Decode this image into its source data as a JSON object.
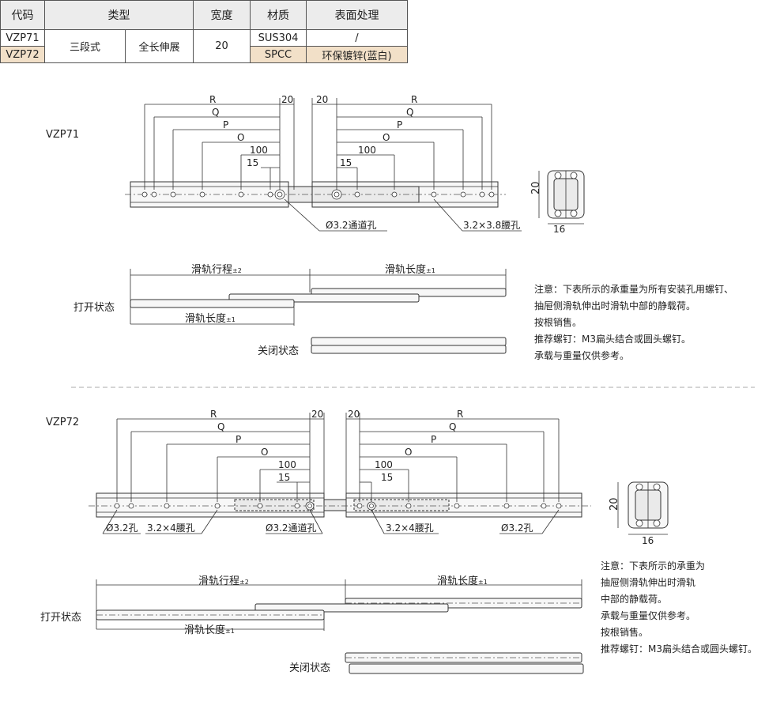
{
  "table": {
    "headers": {
      "code": "代码",
      "type": "类型",
      "width": "宽度",
      "material": "材质",
      "surface": "表面处理"
    },
    "rows": [
      {
        "code": "VZP71",
        "stage": "三段式",
        "extension": "全长伸展",
        "width": "20",
        "material": "SUS304",
        "surface": "/"
      },
      {
        "code": "VZP72",
        "material": "SPCC",
        "surface": "环保镀锌(蓝白)"
      }
    ]
  },
  "vzp71": {
    "label": "VZP71",
    "dims": {
      "R": "R",
      "Q": "Q",
      "P": "P",
      "O": "O",
      "d100": "100",
      "d15": "15",
      "d20": "20"
    },
    "callouts": {
      "through_hole": "Ø3.2通道孔",
      "slot": "3.2×3.8腰孔"
    },
    "section": {
      "height": "20",
      "width": "16"
    },
    "stroke_label": "滑轨行程",
    "stroke_tol": "±2",
    "length_label": "滑轨长度",
    "length_tol": "±1",
    "open_state": "打开状态",
    "closed_state": "关闭状态",
    "notes": [
      "注意：下表所示的承重量为所有安装孔用螺钉、",
      "抽屉侧滑轨伸出时滑轨中部的静载荷。",
      "按根销售。",
      "推荐螺钉：M3扁头结合或圆头螺钉。",
      "承载与重量仅供参考。"
    ]
  },
  "vzp72": {
    "label": "VZP72",
    "callouts": {
      "hole_left": "Ø3.2孔",
      "slot_left": "3.2×4腰孔",
      "through_hole": "Ø3.2通道孔",
      "slot_right": "3.2×4腰孔",
      "hole_right": "Ø3.2孔"
    },
    "notes": [
      "注意：下表所示的承重为",
      "抽屉侧滑轨伸出时滑轨",
      "中部的静载荷。",
      "承载与重量仅供参考。",
      "按根销售。",
      "推荐螺钉：M3扁头结合或圆头螺钉。"
    ]
  }
}
